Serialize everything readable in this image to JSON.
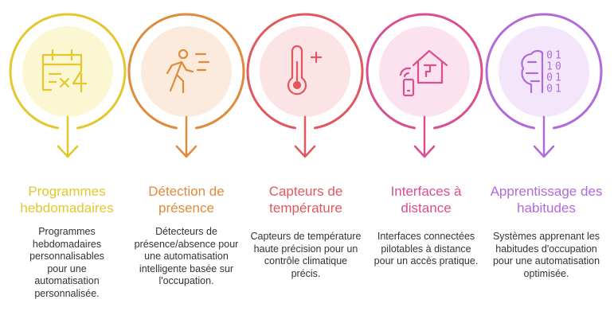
{
  "steps": [
    {
      "icon": "calendar-x4-icon",
      "color": "#E3C72D",
      "fill": "#FBF7D2",
      "title": "Programmes hebdomadaires",
      "description": "Programmes hebdomadaires personnalisables pour une automatisation personnalisée."
    },
    {
      "icon": "person-walking-sensor-icon",
      "color": "#E08A3C",
      "fill": "#FCEBDC",
      "title": "Détection de présence",
      "description": "Détecteurs de présence/absence pour une automatisation intelligente basée sur l'occupation."
    },
    {
      "icon": "thermometer-plus-icon",
      "color": "#E0585E",
      "fill": "#FCE3E5",
      "title": "Capteurs de température",
      "description": "Capteurs de température haute précision pour un contrôle climatique précis."
    },
    {
      "icon": "smart-home-remote-icon",
      "color": "#DA4E92",
      "fill": "#FBE2EE",
      "title": "Interfaces à distance",
      "description": "Interfaces connectées pilotables à distance pour un accès pratique."
    },
    {
      "icon": "brain-binary-icon",
      "color": "#B36AD9",
      "fill": "#F3E6FB",
      "title": "Apprentissage des habitudes",
      "description": "Systèmes apprenant les habitudes d'occupation pour une automatisation optimisée."
    }
  ],
  "binary_digits": [
    "01",
    "10",
    "01",
    "01"
  ]
}
